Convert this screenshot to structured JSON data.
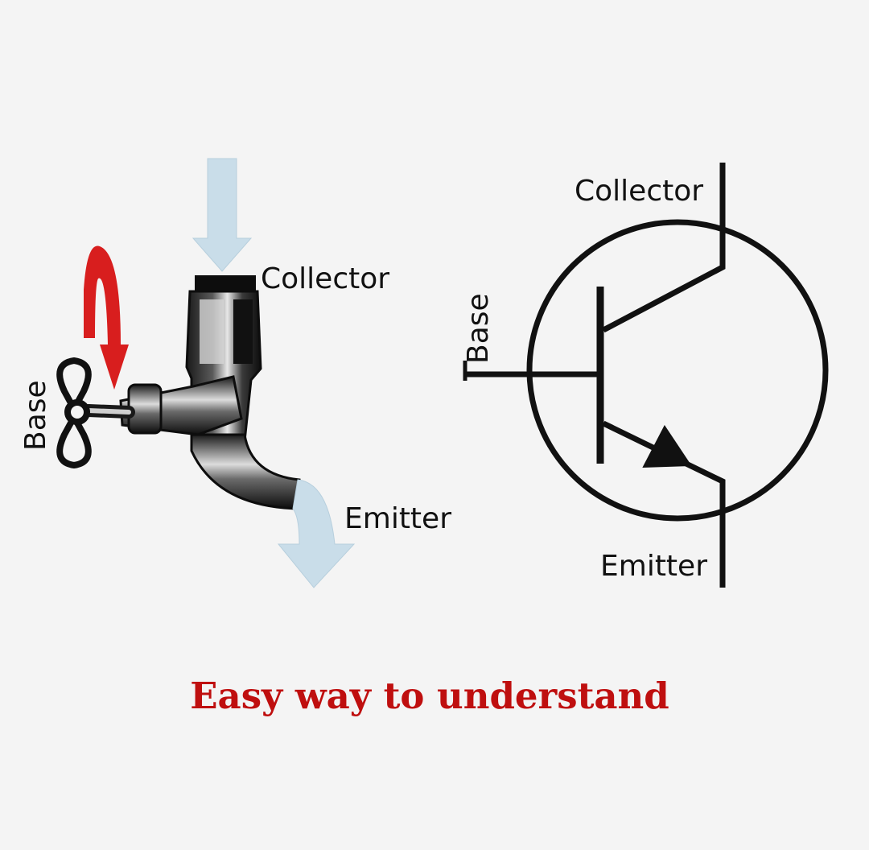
{
  "tap_diagram": {
    "collector_label": "Collector",
    "base_label": "Base",
    "emitter_label": "Emitter",
    "flow_arrow_color": "#c9dde9",
    "turn_arrow_color": "#d81e1e"
  },
  "transistor_symbol": {
    "collector_label": "Collector",
    "base_label": "Base",
    "emitter_label": "Emitter",
    "type": "NPN"
  },
  "caption": "Easy way to understand",
  "colors": {
    "caption": "#bf0f0f",
    "background": "#f4f4f4",
    "ink": "#111111"
  }
}
